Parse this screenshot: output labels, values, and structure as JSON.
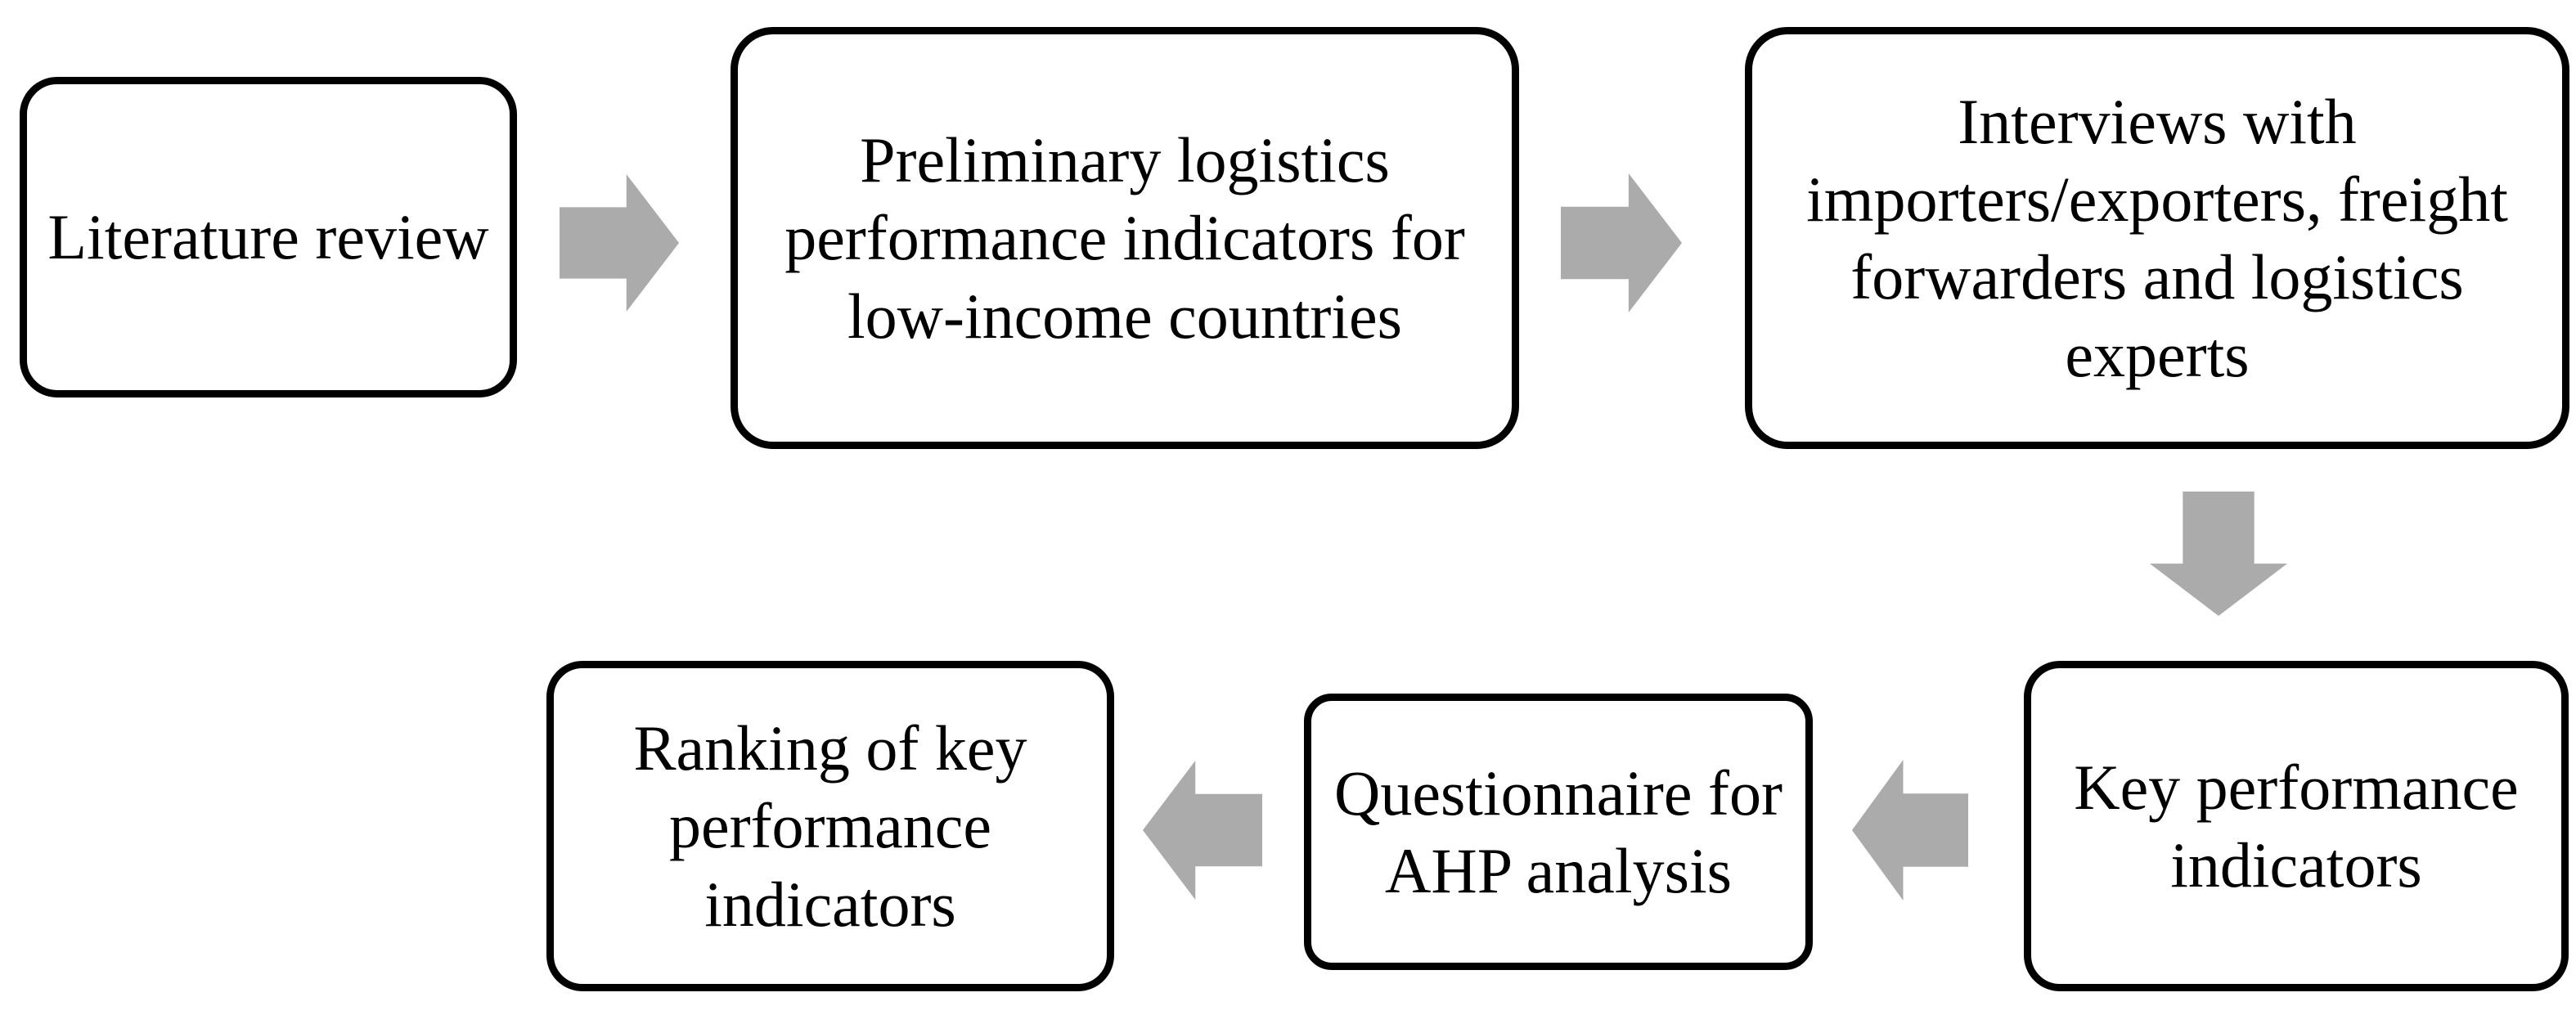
{
  "diagram": {
    "type": "process-flowchart",
    "orientation": "serpentine-two-rows",
    "background_color": "#FFFFFF",
    "node_border_color": "#000000",
    "node_fill_color": "#FFFFFF",
    "arrow_color": "#ABABAB",
    "text_color": "#000000",
    "nodes": [
      {
        "id": "literature-review",
        "order": 1,
        "label": "Literature review",
        "row": "top",
        "column": 1
      },
      {
        "id": "preliminary-indicators",
        "order": 2,
        "label": "Preliminary logistics performance indicators for low-income countries",
        "row": "top",
        "column": 2
      },
      {
        "id": "interviews",
        "order": 3,
        "label": "Interviews with importers/exporters, freight forwarders and logistics experts",
        "row": "top",
        "column": 3
      },
      {
        "id": "key-performance-indicators",
        "order": 4,
        "label": "Key performance indicators",
        "row": "bottom",
        "column": 3
      },
      {
        "id": "questionnaire",
        "order": 5,
        "label": "Questionnaire for AHP analysis",
        "row": "bottom",
        "column": 2
      },
      {
        "id": "ranking",
        "order": 6,
        "label": "Ranking of key performance indicators",
        "row": "bottom",
        "column": 1
      }
    ],
    "connectors": [
      {
        "id": "lit-to-prelim",
        "from": "literature-review",
        "to": "preliminary-indicators",
        "direction": "right",
        "icon": "arrow-right-icon"
      },
      {
        "id": "prelim-to-interviews",
        "from": "preliminary-indicators",
        "to": "interviews",
        "direction": "right",
        "icon": "arrow-right-icon"
      },
      {
        "id": "interviews-to-kpi",
        "from": "interviews",
        "to": "key-performance-indicators",
        "direction": "down",
        "icon": "arrow-down-icon"
      },
      {
        "id": "kpi-to-questionnaire",
        "from": "key-performance-indicators",
        "to": "questionnaire",
        "direction": "left",
        "icon": "arrow-left-icon"
      },
      {
        "id": "questionnaire-to-ranking",
        "from": "questionnaire",
        "to": "ranking",
        "direction": "left",
        "icon": "arrow-left-icon"
      }
    ]
  }
}
